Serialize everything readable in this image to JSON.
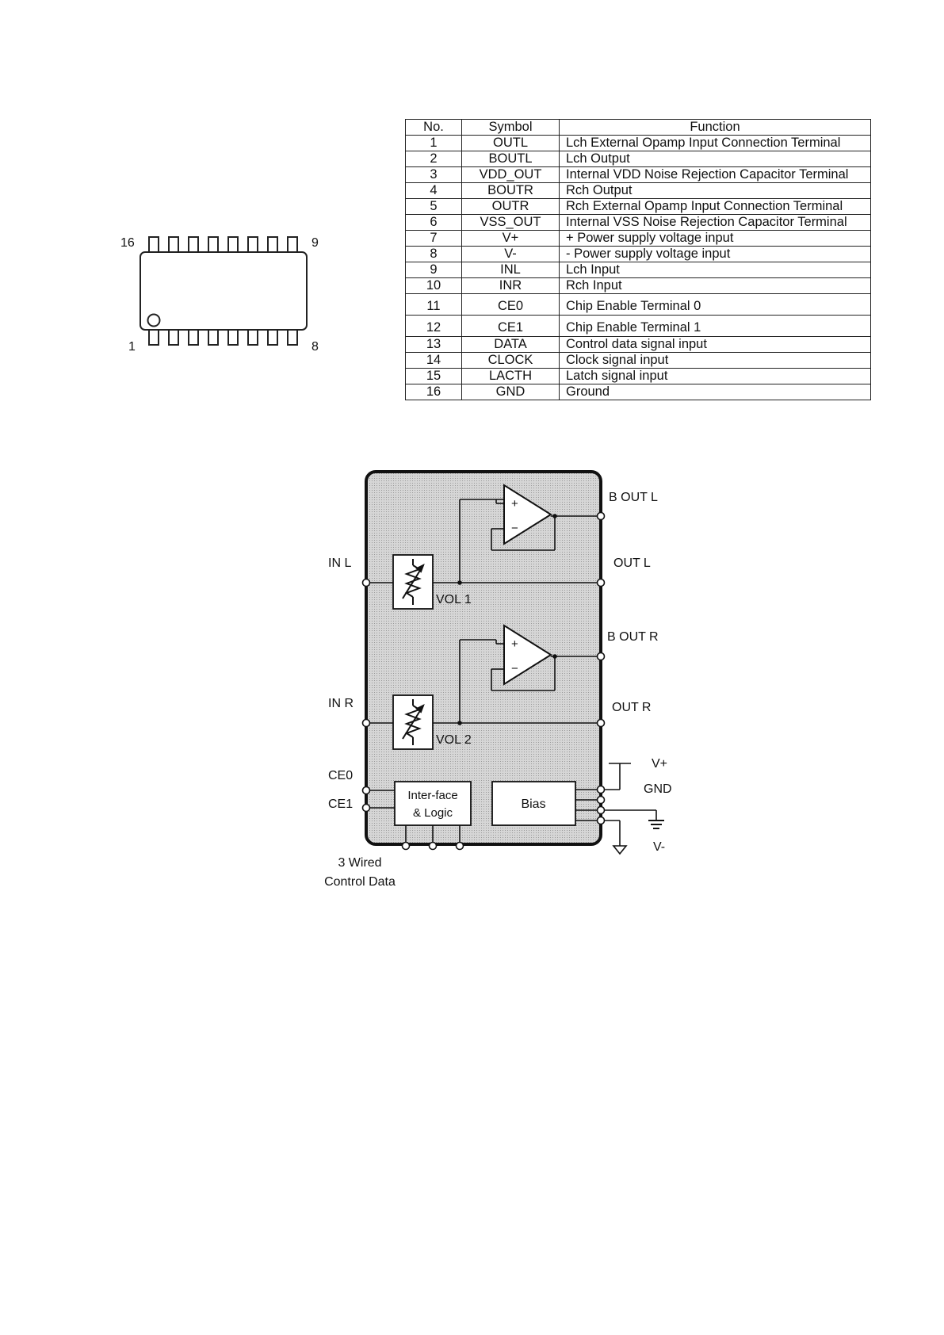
{
  "package": {
    "pin_top_left": "16",
    "pin_top_right": "9",
    "pin_bottom_left": "1",
    "pin_bottom_right": "8"
  },
  "pin_table": {
    "headers": [
      "No.",
      "Symbol",
      "Function"
    ],
    "rows": [
      {
        "no": "1",
        "symbol": "OUTL",
        "function": "Lch External Opamp Input Connection Terminal"
      },
      {
        "no": "2",
        "symbol": "BOUTL",
        "function": "Lch Output"
      },
      {
        "no": "3",
        "symbol": "VDD_OUT",
        "function": "Internal VDD Noise Rejection Capacitor Terminal"
      },
      {
        "no": "4",
        "symbol": "BOUTR",
        "function": "Rch Output"
      },
      {
        "no": "5",
        "symbol": "OUTR",
        "function": "Rch External Opamp Input Connection Terminal"
      },
      {
        "no": "6",
        "symbol": "VSS_OUT",
        "function": "Internal VSS Noise Rejection Capacitor Terminal"
      },
      {
        "no": "7",
        "symbol": "V+",
        "function": "+ Power supply voltage input"
      },
      {
        "no": "8",
        "symbol": "V-",
        "function": "- Power supply voltage input"
      },
      {
        "no": "9",
        "symbol": "INL",
        "function": "Lch Input"
      },
      {
        "no": "10",
        "symbol": "INR",
        "function": "Rch Input"
      },
      {
        "no": "11",
        "symbol": "CE0",
        "function": "Chip Enable Terminal 0"
      },
      {
        "no": "12",
        "symbol": "CE1",
        "function": "Chip Enable Terminal 1"
      },
      {
        "no": "13",
        "symbol": "DATA",
        "function": "Control data signal input"
      },
      {
        "no": "14",
        "symbol": "CLOCK",
        "function": "Clock signal input"
      },
      {
        "no": "15",
        "symbol": "LACTH",
        "function": "Latch signal input"
      },
      {
        "no": "16",
        "symbol": "GND",
        "function": "Ground"
      }
    ]
  },
  "diagram": {
    "in_l": "IN L",
    "in_r": "IN R",
    "ce0": "CE0",
    "ce1": "CE1",
    "bout_l": "B OUT L",
    "out_l": "OUT L",
    "bout_r": "B OUT R",
    "out_r": "OUT R",
    "vol1": "VOL 1",
    "vol2": "VOL 2",
    "vplus": "V+",
    "gnd": "GND",
    "vminus": "V-",
    "interface_line1": "Inter-face",
    "interface_line2": "& Logic",
    "bias": "Bias",
    "control_line1": "3 Wired",
    "control_line2": "Control Data",
    "opamp_plus": "+",
    "opamp_minus": "−"
  }
}
